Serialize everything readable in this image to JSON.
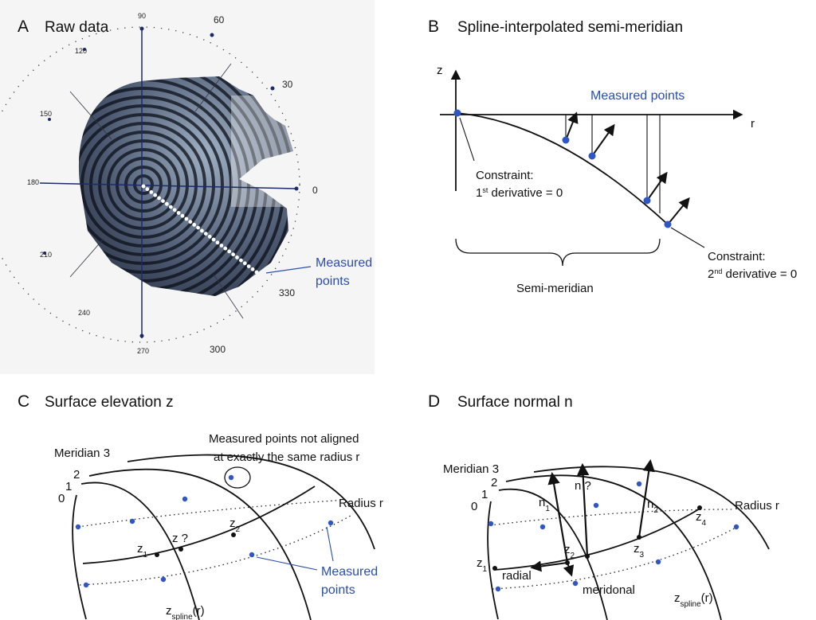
{
  "panelA": {
    "letter": "A",
    "title": "Raw data",
    "angles": [
      "90",
      "60",
      "30",
      "0",
      "330",
      "300",
      "270",
      "240",
      "210",
      "180",
      "150",
      "120"
    ],
    "measured_label_1": "Measured",
    "measured_label_2": "points"
  },
  "panelB": {
    "letter": "B",
    "title": "Spline-interpolated semi-meridian",
    "z_axis": "z",
    "r_axis": "r",
    "measured_points": "Measured points",
    "constraint1_title": "Constraint:",
    "constraint1_pre": "1",
    "constraint1_sup": "st",
    "constraint1_post": " derivative = 0",
    "constraint2_title": "Constraint:",
    "constraint2_pre": "2",
    "constraint2_sup": "nd",
    "constraint2_post": " derivative = 0",
    "semi_meridian": "Semi-meridian"
  },
  "panelC": {
    "letter": "C",
    "title": "Surface elevation z",
    "meridian3": "Meridian 3",
    "m2": "2",
    "m1": "1",
    "m0": "0",
    "note_1": "Measured points not aligned",
    "note_2": "at exactly the same radius r",
    "radius": "Radius r",
    "z1": "z",
    "z1_sub": "1",
    "z2": "z",
    "z2_sub": "2",
    "zq": "z ?",
    "measured_1": "Measured",
    "measured_2": "points",
    "zspline": "z",
    "zspline_sub": "spline",
    "zspline_arg": "(r)"
  },
  "panelD": {
    "letter": "D",
    "title": "Surface normal n",
    "meridian3": "Meridian 3",
    "m2": "2",
    "m1": "1",
    "m0": "0",
    "radius": "Radius r",
    "n1": "n",
    "n1_sub": "1",
    "nq": "n ?",
    "n2": "n",
    "n2_sub": "2",
    "z1": "z",
    "z1_sub": "1",
    "z2": "z",
    "z2_sub": "2",
    "z3": "z",
    "z3_sub": "3",
    "z4": "z",
    "z4_sub": "4",
    "radial": "radial",
    "meridional": "meridonal",
    "zspline": "z",
    "zspline_sub": "spline",
    "zspline_arg": "(r)"
  },
  "colors": {
    "blue_points": "#2f57c4",
    "blue_text": "#2b4ea8",
    "disc_dark": "#1c2230"
  }
}
